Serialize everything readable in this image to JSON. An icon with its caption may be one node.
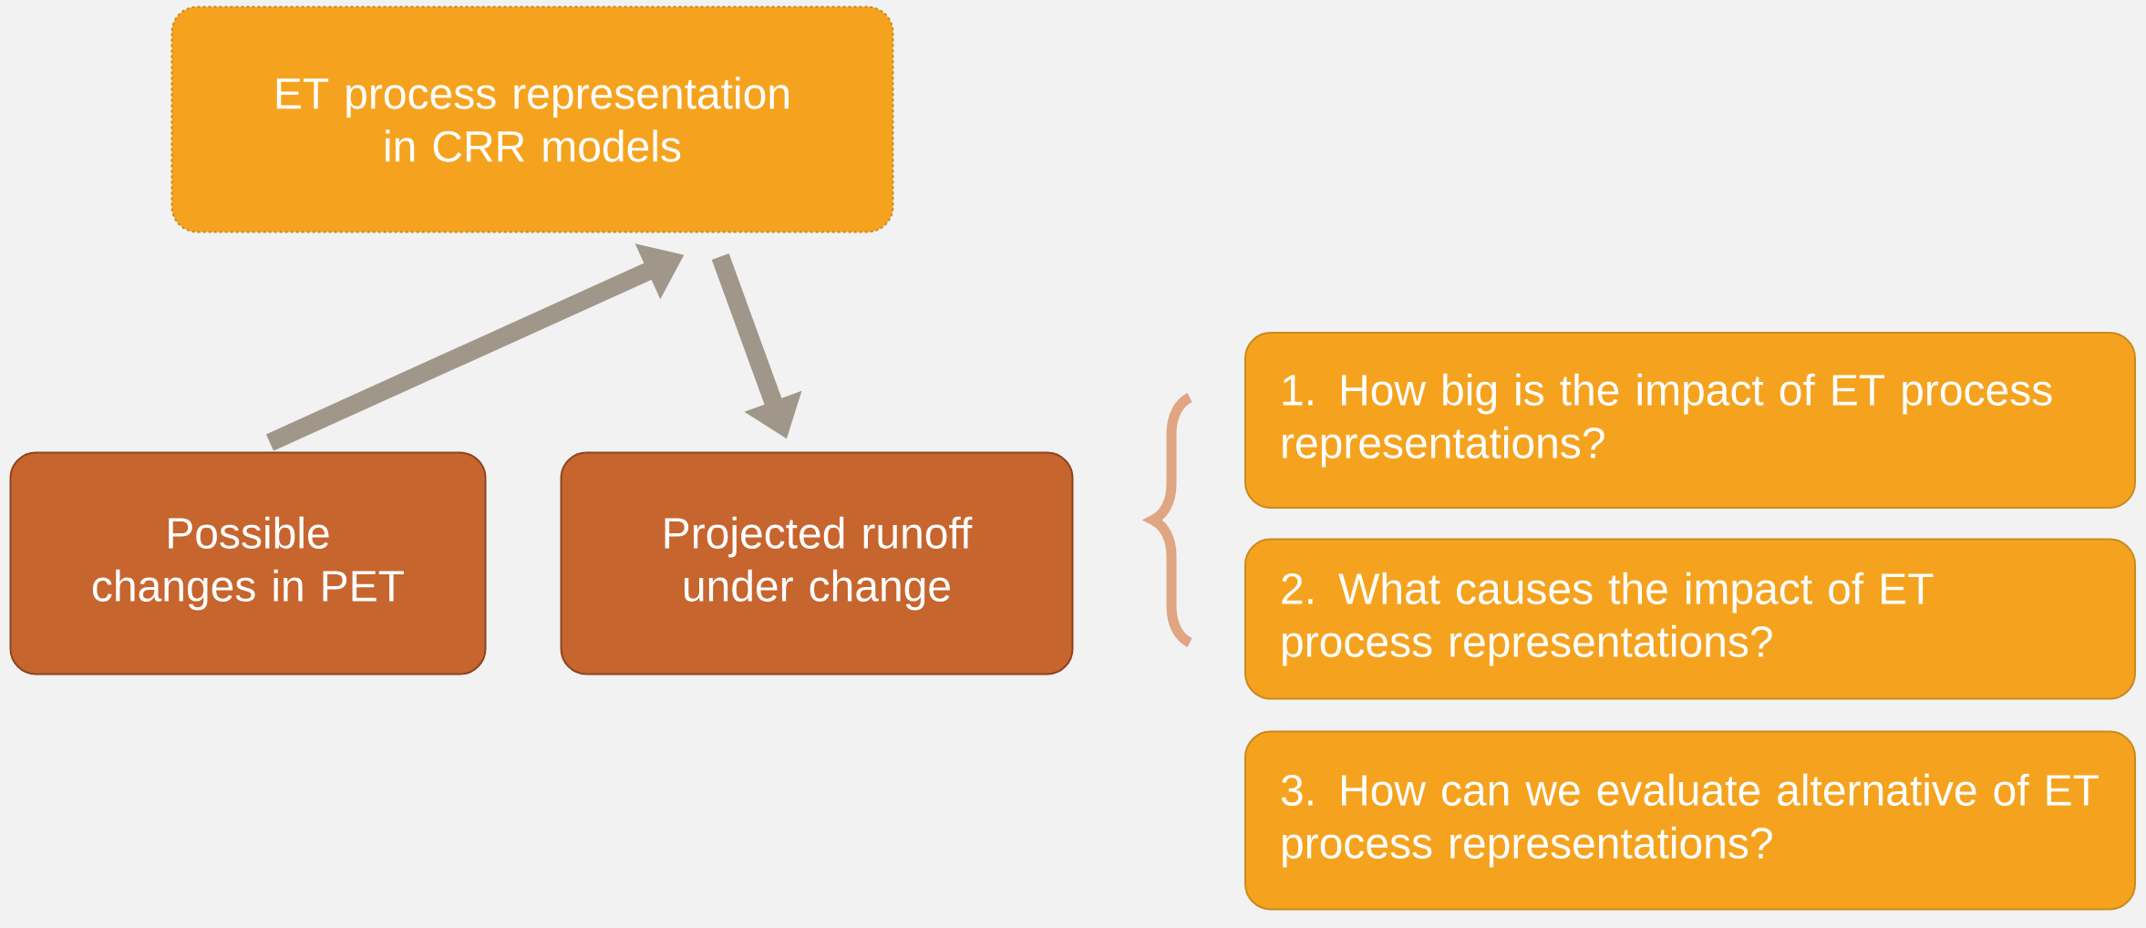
{
  "diagram": {
    "nodes": [
      {
        "text": [
          "ET process representation in CRR models"
        ]
      },
      {
        "text": [
          "Possible changes in PET"
        ]
      },
      {
        "text": [
          "Projected runoff under change"
        ]
      },
      {
        "text": [
          "1. How big is the impact of ET process representations?"
        ]
      },
      {
        "text": [
          "2. What causes the impact of ET process representations?"
        ]
      },
      {
        "text": [
          "3. How can we evaluate alternative of ET process representations?"
        ]
      }
    ],
    "edges": [
      {
        "from": 1,
        "to": 0,
        "arrow": "to"
      },
      {
        "from": 0,
        "to": 2,
        "arrow": "to"
      }
    ]
  }
}
